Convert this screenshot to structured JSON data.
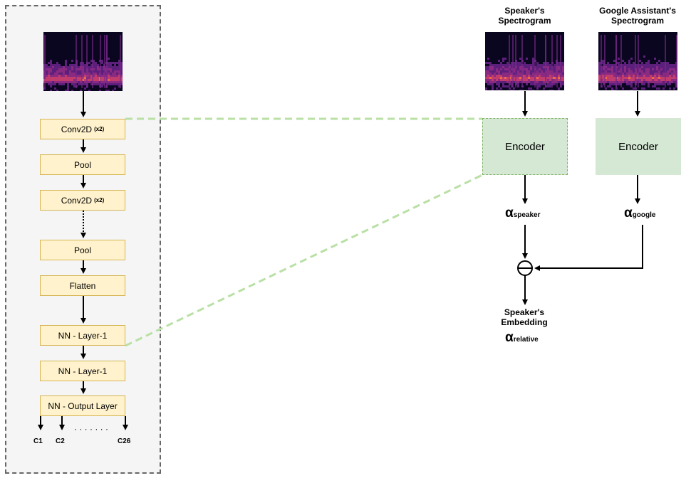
{
  "cnn_layers": [
    {
      "label": "Conv2D",
      "badge": "(x2)"
    },
    {
      "label": "Pool",
      "badge": ""
    },
    {
      "label": "Conv2D",
      "badge": "(x2)"
    },
    {
      "label": "Pool",
      "badge": ""
    },
    {
      "label": "Flatten",
      "badge": ""
    },
    {
      "label": "NN - Layer-1",
      "badge": ""
    },
    {
      "label": "NN - Layer-1",
      "badge": ""
    },
    {
      "label": "NN - Output Layer",
      "badge": ""
    }
  ],
  "outputs": {
    "c1": "C1",
    "c2": "C2",
    "dots": "· · · · · · ·",
    "cn": "C26"
  },
  "speaker_spectrogram_title": "Speaker's\nSpectrogram",
  "google_spectrogram_title": "Google Assistant's\nSpectrogram",
  "encoder_left": "Encoder",
  "encoder_right": "Encoder",
  "alpha_symbol": "α",
  "alpha_speaker_sub": "speaker",
  "alpha_google_sub": "google",
  "embedding_title": "Speaker's\nEmbedding",
  "alpha_relative_sub": "relative",
  "colors": {
    "layer_fill": "#fff2cc",
    "layer_border": "#d6b656",
    "encoder_fill": "#d5e8d4",
    "encoder_border": "#82b366",
    "dashed_link": "#b9e0a5"
  }
}
